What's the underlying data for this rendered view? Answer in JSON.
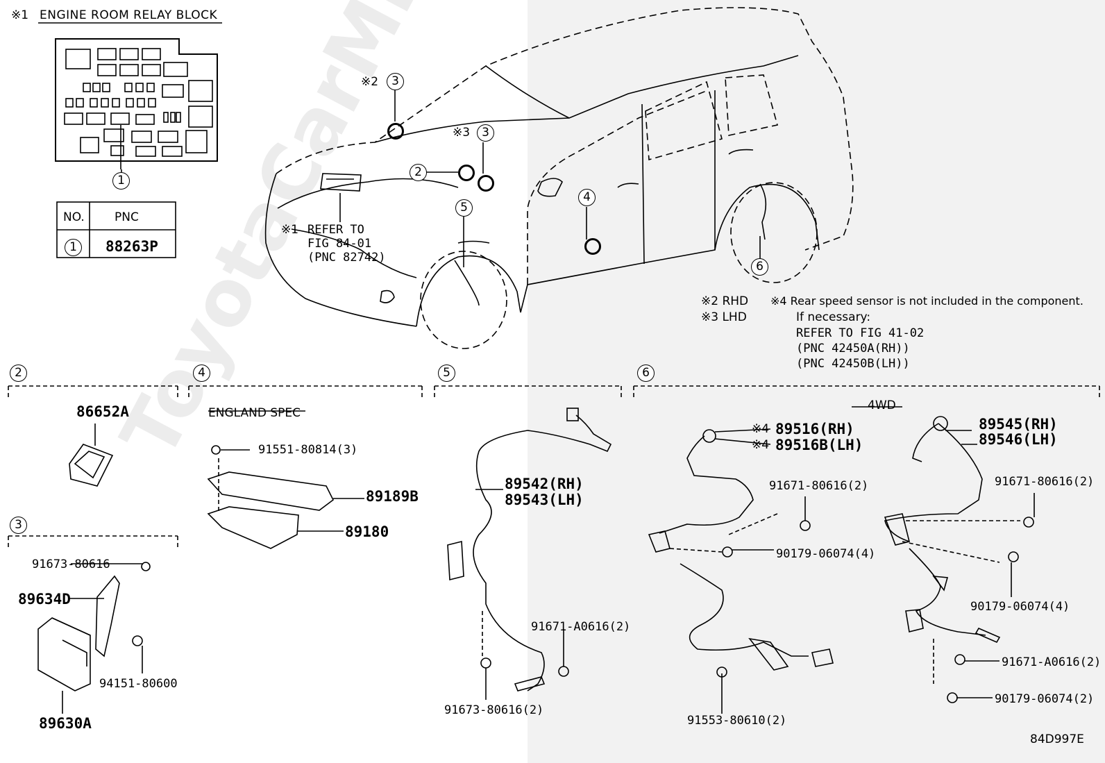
{
  "note_ref": "※1",
  "relay_block_title": "ENGINE ROOM RELAY BLOCK",
  "table": {
    "headers": [
      "NO.",
      "PNC"
    ],
    "rows": [
      {
        "no": "1",
        "pnc": "88263P"
      }
    ]
  },
  "callouts": {
    "c1": "1",
    "c2": "2",
    "c3": "3",
    "c4": "4",
    "c5": "5",
    "c6": "6",
    "star2": "※2",
    "star3": "※3"
  },
  "refer_fig84": [
    "※1",
    "REFER TO",
    "FIG 84-01",
    "(PNC 82742)"
  ],
  "notes": {
    "rhd": "※2 RHD",
    "lhd": "※3 LHD",
    "rear": "※4 Rear speed sensor is not included in the component.",
    "if_necessary": "If necessary:",
    "refer": "REFER TO FIG 41-02",
    "pnc_rh": "(PNC 42450A(RH))",
    "pnc_lh": "(PNC 42450B(LH))"
  },
  "sections": {
    "s2": {
      "num": "2",
      "parts": [
        "86652A"
      ]
    },
    "s3": {
      "num": "3",
      "parts": [
        "91673-80616",
        "89634D",
        "94151-80600",
        "89630A"
      ]
    },
    "s4": {
      "num": "4",
      "spec": "ENGLAND SPEC",
      "parts": [
        "91551-80814(3)",
        "89189B",
        "89180"
      ]
    },
    "s5": {
      "num": "5",
      "parts": [
        "89542(RH)",
        "89543(LH)",
        "91671-A0616(2)",
        "91673-80616(2)"
      ]
    },
    "s6": {
      "num": "6",
      "spec": "4WD",
      "left": [
        "※4",
        "89516(RH)",
        "※4",
        "89516B(LH)",
        "91671-80616(2)",
        "90179-06074(4)",
        "91553-80610(2)"
      ],
      "right": [
        "89545(RH)",
        "89546(LH)",
        "91671-80616(2)",
        "90179-06074(4)",
        "91671-A0616(2)",
        "90179-06074(2)"
      ]
    }
  },
  "diagram_code": "84D997E",
  "watermark": "ToyotaCarMine.ru"
}
